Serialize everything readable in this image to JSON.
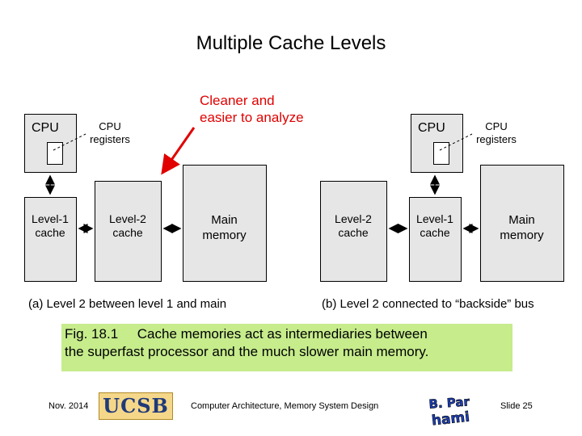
{
  "slide": {
    "title": "Multiple Cache Levels",
    "annotation_line1": "Cleaner and",
    "annotation_line2": "easier to analyze",
    "annotation_color": "#e00000"
  },
  "diagram_a": {
    "cpu": "CPU",
    "registers_line1": "CPU",
    "registers_line2": "registers",
    "l1_line1": "Level-1",
    "l1_line2": "cache",
    "l2_line1": "Level-2",
    "l2_line2": "cache",
    "main_line1": "Main",
    "main_line2": "memory",
    "caption": "(a) Level 2 between level 1 and main"
  },
  "diagram_b": {
    "cpu": "CPU",
    "registers_line1": "CPU",
    "registers_line2": "registers",
    "l2_line1": "Level-2",
    "l2_line2": "cache",
    "l1_line1": "Level-1",
    "l1_line2": "cache",
    "main_line1": "Main",
    "main_line2": "memory",
    "caption": "(b) Level 2 connected to “backside” bus"
  },
  "figure": {
    "line1": "Fig. 18.1     Cache memories act as intermediaries between",
    "line2": "the superfast processor and the much slower main memory.",
    "background": "#c6ec8c"
  },
  "footer": {
    "date": "Nov. 2014",
    "logo_text": "UCSB",
    "course": "Computer Architecture, Memory System Design",
    "signature": "B. Parhami",
    "slide_number": "Slide 25"
  }
}
